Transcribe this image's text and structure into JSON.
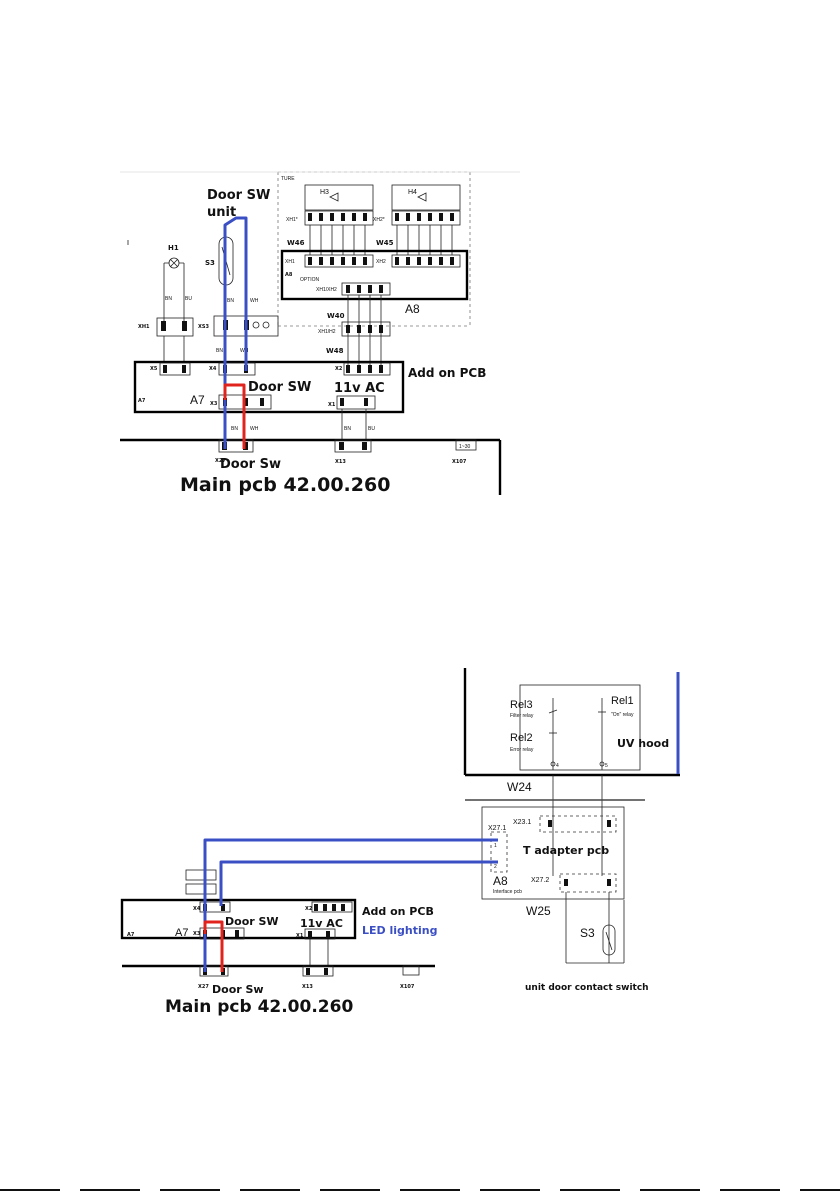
{
  "top": {
    "door_sw_unit_1": "Door SW",
    "door_sw_unit_2": "unit",
    "label_ture": "TURE",
    "label_h1": "H1",
    "label_s3": "S3",
    "label_h3": "H3",
    "label_h4": "H4",
    "label_xh1star": "XH1*",
    "label_xh2star": "XH2*",
    "label_w46": "W46",
    "label_w45": "W45",
    "label_a8_small": "A8",
    "label_option": "OPTION",
    "label_xh1": "XH1",
    "label_xh2": "XH2",
    "label_xh1xh2": "XH1/XH2",
    "label_a8_big": "A8",
    "label_w40": "W40",
    "label_xh1h2": "XH1/H2",
    "label_w48": "W48",
    "label_x2": "X2",
    "label_add_on_pcb": "Add on PCB",
    "label_xh1_left": "XH1",
    "label_xs3": "XS3",
    "label_x5": "X5",
    "label_x4": "X4",
    "label_a7_small": "A7",
    "label_a7_big": "A7",
    "label_x3": "X3",
    "label_door_sw": "Door SW",
    "label_11v_ac": "11v AC",
    "label_x1": "X1",
    "label_bn": "BN",
    "label_bu": "BU",
    "label_wh": "WH",
    "label_x27": "X27",
    "label_door_sw_low": "Door Sw",
    "label_x13": "X13",
    "label_x107": "X107",
    "label_x107_box": "1~30",
    "main_pcb": "Main pcb 42.00.260"
  },
  "bottom": {
    "rel3": "Rel3",
    "rel3_sub": "Filter relay",
    "rel1": "Rel1",
    "rel1_sub": "\"On\" relay",
    "rel2": "Rel2",
    "rel2_sub": "Error relay",
    "uv_hood": "UV hood",
    "pin4": "4",
    "pin5": "5",
    "w24": "W24",
    "x23_1": "X23.1",
    "x27_1": "X27.1",
    "t_adapter": "T adapter pcb",
    "a8": "A8",
    "interface_pcb": "Interface pcb",
    "x27_2": "X27.2",
    "w25": "W25",
    "s3": "S3",
    "unit_door": "unit door contact switch",
    "add_on_pcb": "Add on PCB",
    "led_lighting": "LED lighting",
    "door_sw": "Door SW",
    "v11_ac": "11v AC",
    "label_a7_small": "A7",
    "label_a7_big": "A7",
    "label_x4": "X4",
    "label_x3": "X3",
    "label_x2": "X2",
    "label_x1": "X1",
    "label_x27": "X27",
    "label_x13": "X13",
    "label_x107": "X107",
    "door_sw_low": "Door Sw",
    "main_pcb": "Main pcb 42.00.260"
  },
  "colors": {
    "wire_blue": "#3b4fc4",
    "wire_red": "#e0231c",
    "led_text": "#3b4fc4"
  }
}
